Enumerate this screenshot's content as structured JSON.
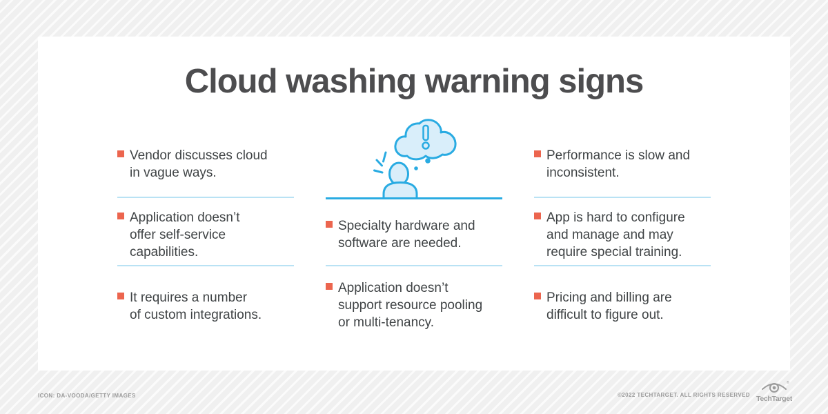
{
  "header": {
    "title": "Cloud washing warning signs"
  },
  "columns": [
    {
      "items": [
        "Vendor discusses cloud\nin vague ways.",
        "Application doesn’t\noffer self-service\ncapabilities.",
        "It requires a number\nof custom integrations."
      ]
    },
    {
      "items": [
        "Specialty hardware and\nsoftware are needed.",
        "Application doesn’t\nsupport resource pooling\nor multi-tenancy."
      ]
    },
    {
      "items": [
        "Performance is slow and\ninconsistent.",
        "App is hard to configure\nand manage and may\nrequire special training.",
        "Pricing and billing are\ndifficult to figure out."
      ]
    }
  ],
  "graphic": {
    "icon": "person-with-thought-cloud-exclamation"
  },
  "footer": {
    "credit": "ICON: DA-VOODA/GETTY IMAGES",
    "copyright": "©2022 TECHTARGET. ALL RIGHTS RESERVED",
    "brand": "TechTarget",
    "registered_mark": "®"
  },
  "colors": {
    "accent_blue": "#29abe2",
    "icon_fill_blue": "#d9eefa",
    "divider_blue": "#b9e2f4",
    "bullet_orange": "#ec654e",
    "title_gray": "#4d4d4f",
    "body_text_gray": "#3f4345",
    "footer_gray": "#9b9b9b"
  }
}
